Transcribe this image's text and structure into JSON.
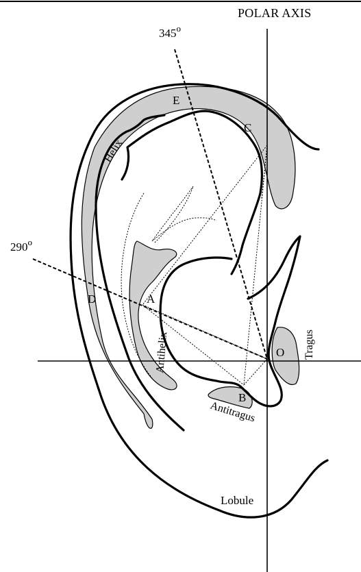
{
  "title": "POLAR AXIS",
  "angles": {
    "a345": "345",
    "a290": "290",
    "degree_mark": "o"
  },
  "points": {
    "A": "A",
    "B": "B",
    "C": "C",
    "D": "D",
    "E": "E",
    "O": "O"
  },
  "structures": {
    "helix": "Helix",
    "antihelix": "Antihelix",
    "tragus": "Tragus",
    "antitragus": "Antitragus",
    "lobule": "Lobule"
  }
}
